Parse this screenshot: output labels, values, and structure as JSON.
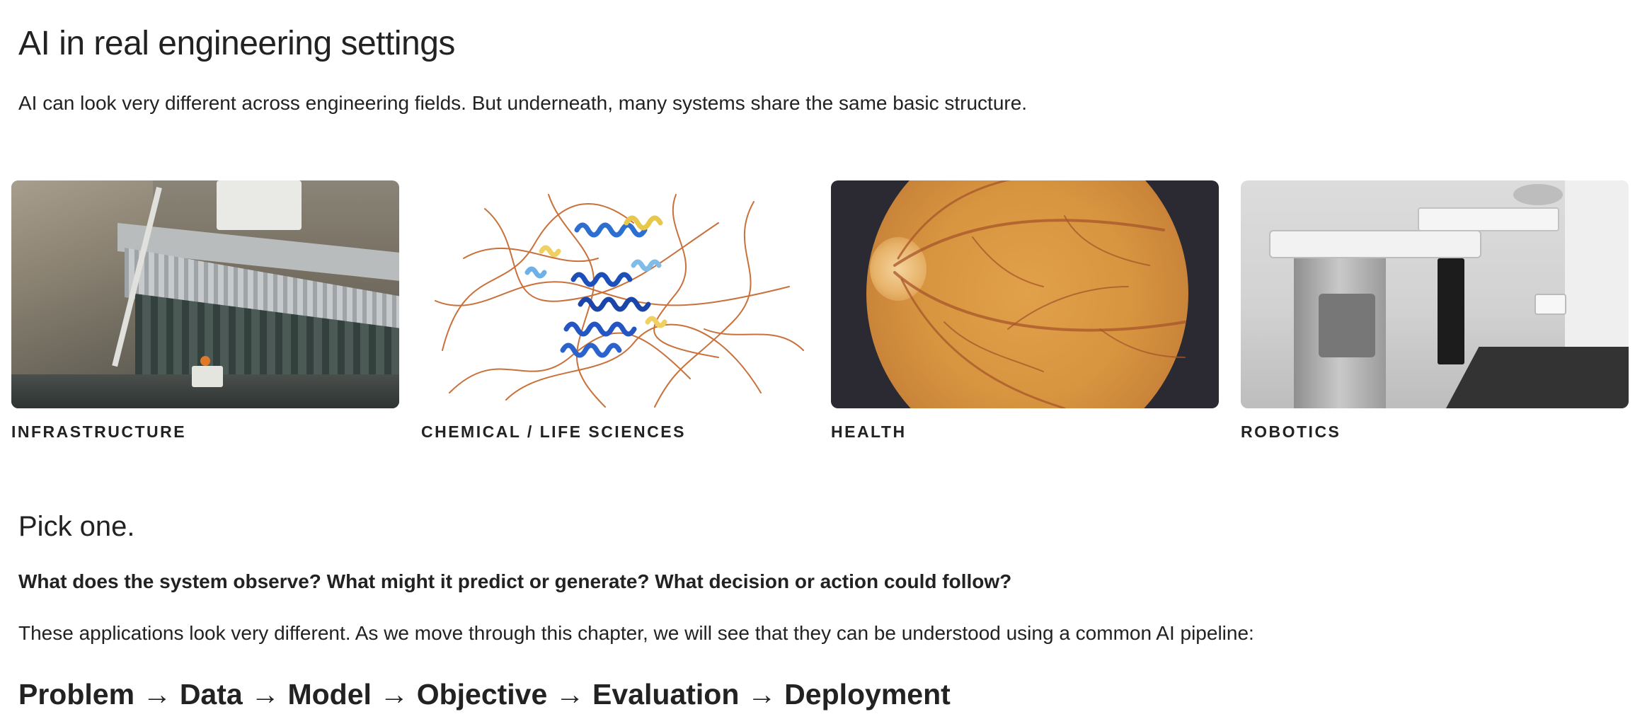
{
  "page": {
    "title": "AI in real engineering settings",
    "intro": "AI can look very different across engineering fields. But underneath, many systems share the same basic structure."
  },
  "cards": [
    {
      "caption": "INFRASTRUCTURE",
      "image": "bridge-inspection-photo"
    },
    {
      "caption": "CHEMICAL / LIFE SCIENCES",
      "image": "protein-structure-render"
    },
    {
      "caption": "HEALTH",
      "image": "retina-fundus-photo"
    },
    {
      "caption": "ROBOTICS",
      "image": "robot-arm-lab-photo"
    }
  ],
  "section": {
    "heading": "Pick one.",
    "question": "What does the system observe? What might it predict or generate? What decision or action could follow?",
    "body": "These applications look very different. As we move through this chapter, we will see that they can be understood using a common AI pipeline:",
    "pipeline": "Problem → Data → Model → Objective → Evaluation → Deployment"
  }
}
